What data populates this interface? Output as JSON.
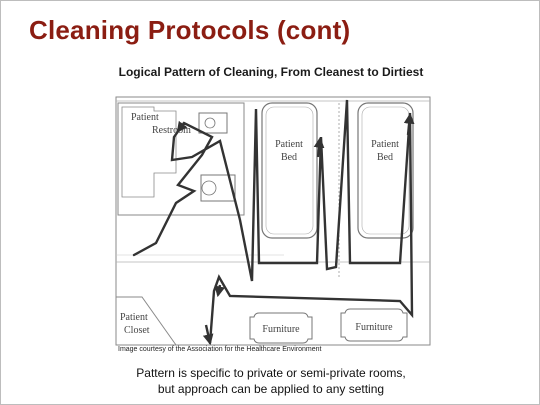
{
  "slide": {
    "title": "Cleaning Protocols (cont)",
    "subtitle": "Logical Pattern of Cleaning, From Cleanest to Dirtiest",
    "credit": "Image courtesy of the Association for the Healthcare Environment",
    "caption_line1": "Pattern is specific to private or semi-private rooms,",
    "caption_line2": "but approach can be applied to any setting"
  },
  "diagram": {
    "restroom_label_1": "Patient",
    "restroom_label_2": "Restroom",
    "bed1_label_1": "Patient",
    "bed1_label_2": "Bed",
    "bed2_label_1": "Patient",
    "bed2_label_2": "Bed",
    "closet_label_1": "Patient",
    "closet_label_2": "Closet",
    "furniture1_label": "Furniture",
    "furniture2_label": "Furniture"
  }
}
